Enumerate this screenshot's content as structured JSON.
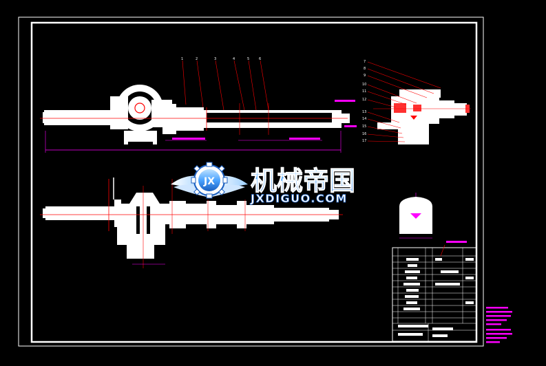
{
  "drawing": {
    "type": "mechanical-assembly-cad",
    "background_color": "#000000",
    "line_color": "#ffffff",
    "dimension_color": "#ff00ff",
    "leader_color": "#ff0000",
    "part_numbers_top": [
      "1",
      "2",
      "3",
      "4",
      "5",
      "6"
    ],
    "part_numbers_right": [
      "7",
      "8",
      "9",
      "10",
      "11",
      "12",
      "13",
      "14",
      "15",
      "16",
      "17"
    ]
  },
  "watermark": {
    "brand_cn": "机械帝国",
    "brand_en": "JXDIGUO.COM",
    "logo_letters": "JX",
    "primary_color": "#5ab0ff",
    "secondary_color": "#ffffff"
  }
}
